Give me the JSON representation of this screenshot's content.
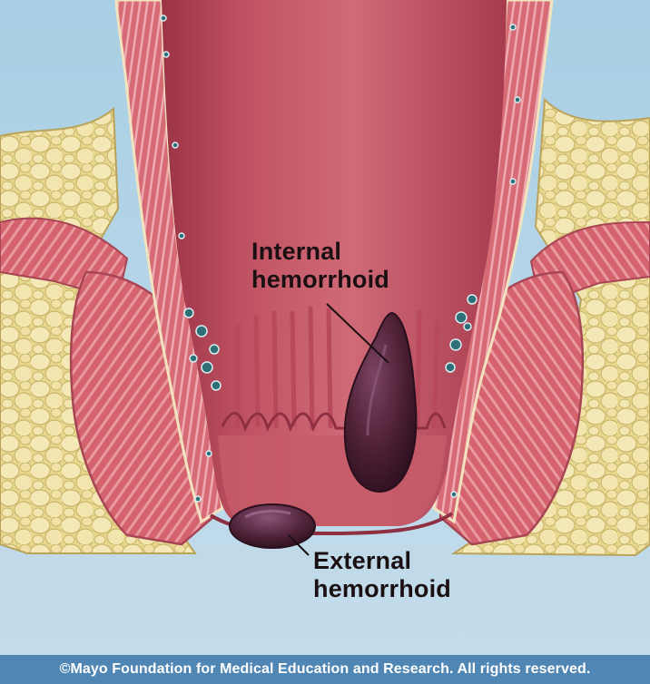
{
  "labels": {
    "internal_line1": "Internal",
    "internal_line2": "hemorrhoid",
    "external_line1": "External",
    "external_line2": "hemorrhoid"
  },
  "footer": {
    "copyright": "©Mayo Foundation for Medical Education and Research.  All rights reserved."
  },
  "colors": {
    "sky": "#a9cde2",
    "fat": "#efe2a4",
    "muscle": "#d2616b",
    "rectal_wall": "#c9505f",
    "hemorrhoid": "#4e2035",
    "footer_bg": "#4f86b4"
  }
}
